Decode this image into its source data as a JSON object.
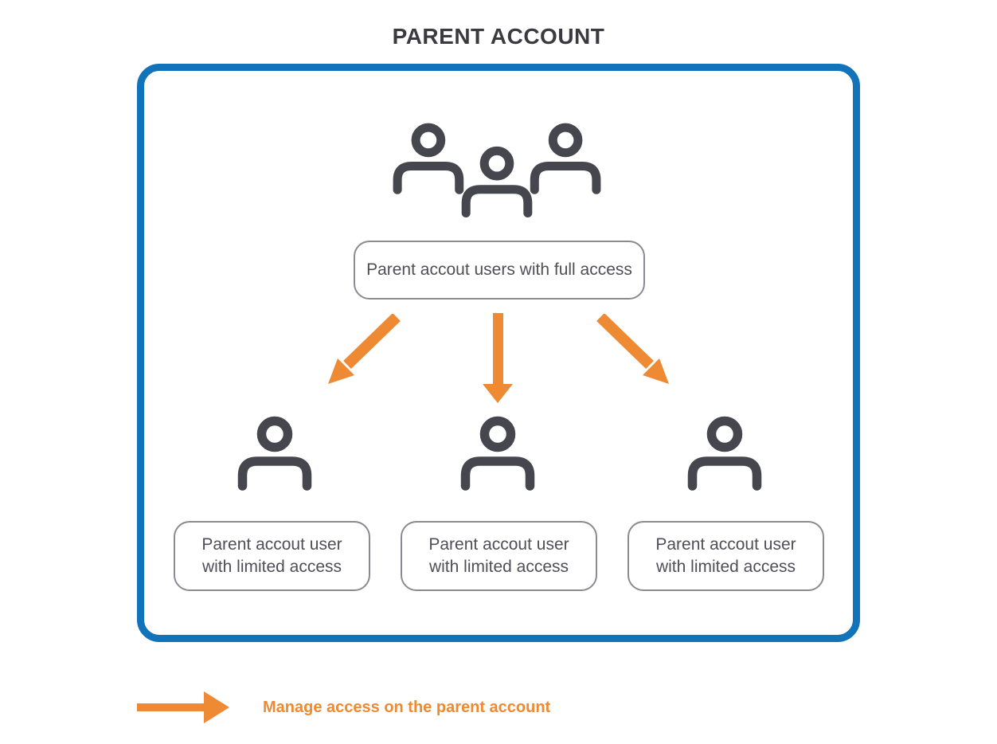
{
  "diagram": {
    "title": "PARENT ACCOUNT",
    "full_access_label": "Parent accout users with full access",
    "limited_users": [
      {
        "line1": "Parent accout user",
        "line2": "with limited access"
      },
      {
        "line1": "Parent accout user",
        "line2": "with limited access"
      },
      {
        "line1": "Parent accout user",
        "line2": "with limited access"
      }
    ],
    "legend": {
      "label": "Manage access on the parent account"
    },
    "icons": {
      "top_group": "group-users-icon",
      "child_user": "single-user-icon",
      "arrows": [
        "arrow-down-left-icon",
        "arrow-down-icon",
        "arrow-down-right-icon"
      ],
      "legend_arrow": "arrow-right-icon"
    },
    "colors": {
      "border_blue": "#1173B9",
      "arrow_orange": "#ED8A33",
      "icon_gray": "#46464E",
      "text_gray": "#4F4F57",
      "title_gray": "#3A3A40",
      "pill_border_gray": "#8A8A92"
    }
  }
}
